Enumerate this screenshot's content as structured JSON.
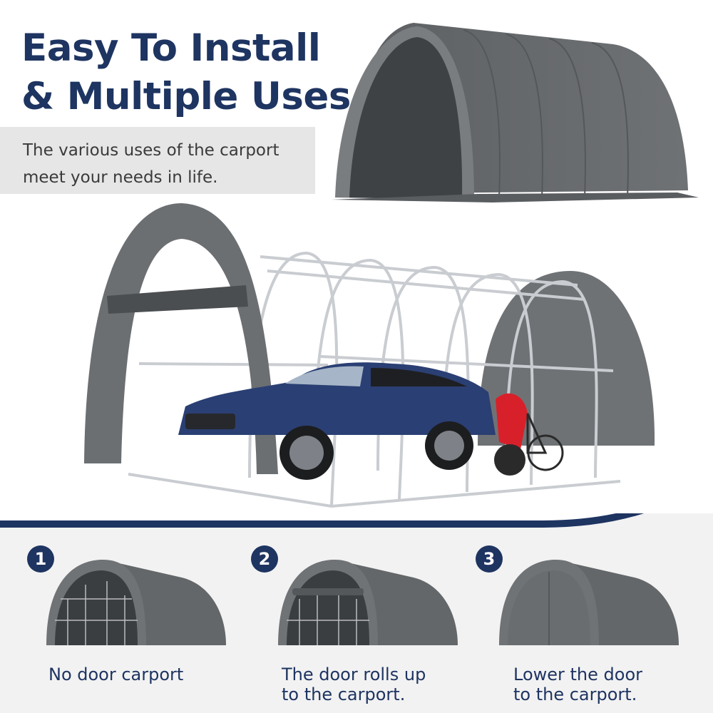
{
  "headline": {
    "line1": "Easy To Install",
    "line2": "& Multiple Uses"
  },
  "intro": {
    "text_line1": "The various uses of the carport",
    "text_line2": "meet your needs in life."
  },
  "steps": [
    {
      "number": "1",
      "caption_line1": "No door carport",
      "caption_line2": ""
    },
    {
      "number": "2",
      "caption_line1": "The door rolls up",
      "caption_line2": "to the carport."
    },
    {
      "number": "3",
      "caption_line1": "Lower the door",
      "caption_line2": "to the carport."
    }
  ],
  "colors": {
    "brand_navy": "#1e3461",
    "canopy_gray": "#6b6d70",
    "frame_silver": "#c9ccd0",
    "car_blue": "#2a3f73",
    "motorbike_red": "#d8202a"
  }
}
